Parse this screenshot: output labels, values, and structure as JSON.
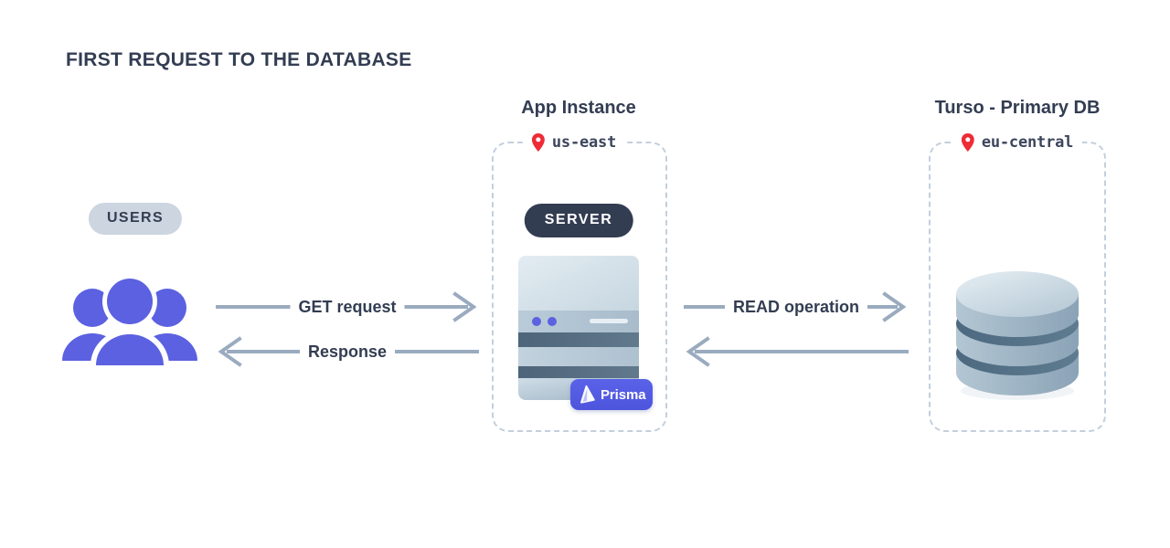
{
  "title": "FIRST REQUEST TO THE DATABASE",
  "colors": {
    "background": "#ffffff",
    "ink": "#333d52",
    "arrow": "#9aabbf",
    "dashed_border": "#c3cfdd",
    "users_badge_bg": "#ccd5e0",
    "users_icon": "#5b61e0",
    "pin_red": "#ee2b36",
    "prisma_indigo": "#4f57dd",
    "server_slate": "#8ba4bb",
    "database_slate": "#90a8bd"
  },
  "users": {
    "badge_label": "USERS",
    "icon_name": "users-group-icon"
  },
  "app_instance": {
    "heading": "App Instance",
    "region": "us-east",
    "pin_icon": "location-pin-icon",
    "server_pill_label": "SERVER",
    "server_icon": "server-rack-icon",
    "prisma": {
      "label": "Prisma",
      "logo_icon": "prisma-triangle-logo-icon"
    }
  },
  "turso": {
    "heading": "Turso - Primary DB",
    "region": "eu-central",
    "pin_icon": "location-pin-icon",
    "database_icon": "database-cylinder-icon"
  },
  "arrows": [
    {
      "id": "get-request",
      "label": "GET request",
      "direction": "right"
    },
    {
      "id": "response",
      "label": "Response",
      "direction": "left"
    },
    {
      "id": "read-operation",
      "label": "READ operation",
      "direction": "right"
    },
    {
      "id": "read-return",
      "label": "",
      "direction": "left"
    }
  ]
}
